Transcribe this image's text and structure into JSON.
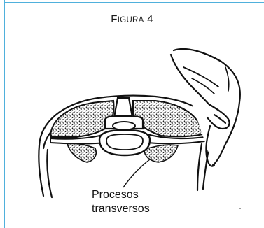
{
  "figure": {
    "title_first": "F",
    "title_rest": "IGURA",
    "title_number": "4"
  },
  "caption": {
    "line1": "Procesos",
    "line2": "transversos"
  },
  "icons": {
    "hand": "hand-palpating-icon",
    "vertebra": "vertebra-cross-section-icon"
  },
  "colors": {
    "rule": "#4fb0dc",
    "ink": "#111111"
  }
}
